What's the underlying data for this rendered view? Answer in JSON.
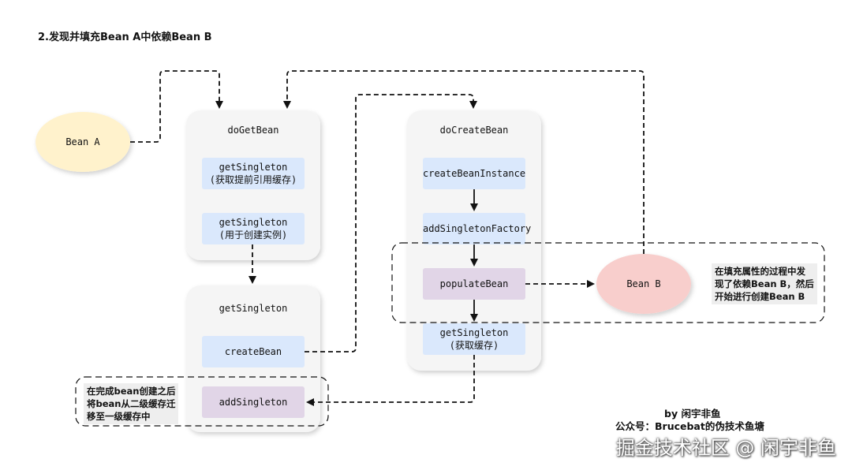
{
  "title": "2.发现并填充Bean A中依赖Bean B",
  "nodes": {
    "bean_a": "Bean A",
    "bean_b": "Bean B",
    "do_get_bean": "doGetBean",
    "get_singleton_early": [
      "getSingleton",
      "(获取提前引用缓存)"
    ],
    "get_singleton_create": [
      "getSingleton",
      "(用于创建实例)"
    ],
    "get_singleton_group": "getSingleton",
    "create_bean": "createBean",
    "add_singleton": "addSingleton",
    "do_create_bean": "doCreateBean",
    "create_bean_instance": "createBeanInstance",
    "add_singleton_factory": "addSingletonFactory",
    "populate_bean": "populateBean",
    "get_singleton_cache": [
      "getSingleton",
      "(获取缓存)"
    ]
  },
  "notes": {
    "bean_b_note": [
      "在填充属性的过程中发",
      "现了依赖Bean B，然后",
      "开始进行创建Bean B"
    ],
    "add_singleton_note": [
      "在完成bean创建之后",
      "将bean从二级缓存迁",
      "移至一级缓存中"
    ]
  },
  "author": {
    "by_line": "by 闲宇非鱼",
    "account_line": "公众号：Brucebat的伪技术鱼塘"
  },
  "watermark": "掘金技术社区 @ 闲宇非鱼",
  "colors": {
    "bean_a_fill": "#fff2cc",
    "bean_b_fill": "#f8cecc",
    "group_fill": "#f5f5f5",
    "blue_fill": "#dae8fc",
    "purple_fill": "#e1d5e7",
    "line": "#111111"
  }
}
